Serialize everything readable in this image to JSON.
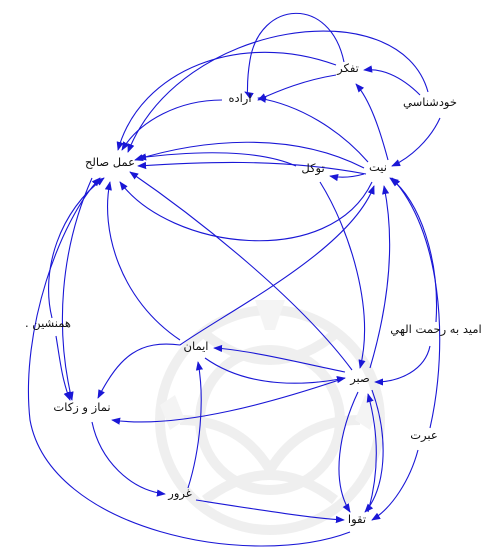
{
  "colors": {
    "edge": "#1a17d6",
    "label": "#111111",
    "watermark": "#e6e6e6"
  },
  "nodes": [
    {
      "id": "amal",
      "label": "عمل صالح"
    },
    {
      "id": "erade",
      "label": "اراده"
    },
    {
      "id": "tafakkor",
      "label": "تفكر"
    },
    {
      "id": "khodshenasi",
      "label": "خودشناسي"
    },
    {
      "id": "niyat",
      "label": "نيت"
    },
    {
      "id": "tavakkol",
      "label": "توكل"
    },
    {
      "id": "hamneshin",
      "label": "همنشين ."
    },
    {
      "id": "iman",
      "label": "ايمان"
    },
    {
      "id": "omid",
      "label": "اميد به رحمت الهي"
    },
    {
      "id": "sabr",
      "label": "صبر"
    },
    {
      "id": "namaz",
      "label": "نماز و زكات"
    },
    {
      "id": "ebrat",
      "label": "عبرت"
    },
    {
      "id": "ghorur",
      "label": "غرور"
    },
    {
      "id": "taqva",
      "label": "تقوا"
    }
  ]
}
